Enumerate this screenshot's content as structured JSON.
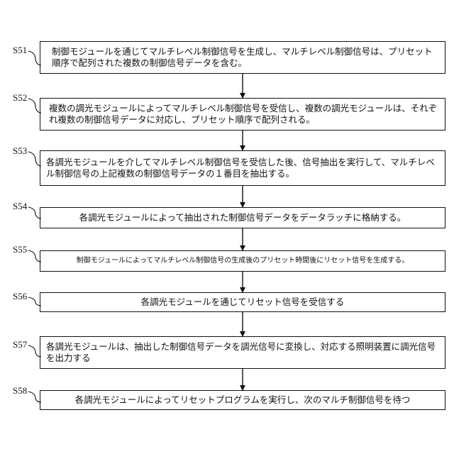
{
  "steps": [
    {
      "id": "S51",
      "text": "制御モジュールを通じてマルチレベル制御信号を生成し、マルチレベル制御信号は、プリセット順序で配列された複数の制御信号データを含む。"
    },
    {
      "id": "S52",
      "text": "複数の調光モジュールによってマルチレベル制御信号を受信し、複数の調光モジュールは、それぞれ複数の制御信号データに対応し、プリセット順序で配列される。"
    },
    {
      "id": "S53",
      "text": "各調光モジュールを介してマルチレベル制御信号を受信した後、信号抽出を実行して、マルチレベル制御信号の上記複数の制御信号データの１番目を抽出する。"
    },
    {
      "id": "S54",
      "text": "各調光モジュールによって抽出された制御信号データをデータラッチに格納する。"
    },
    {
      "id": "S55",
      "text": "制御モジュールによってマルチレベル制御信号の生成後のプリセット時間後にリセット信号を生成する。"
    },
    {
      "id": "S56",
      "text": "各調光モジュールを通じてリセット信号を受信する"
    },
    {
      "id": "S57",
      "text": "各調光モジュールは、抽出した制御信号データを調光信号に変換し、対応する照明装置に調光信号を出力する"
    },
    {
      "id": "S58",
      "text": "各調光モジュールによってリセットプログラムを実行し、次のマルチ制御信号を待つ"
    }
  ]
}
